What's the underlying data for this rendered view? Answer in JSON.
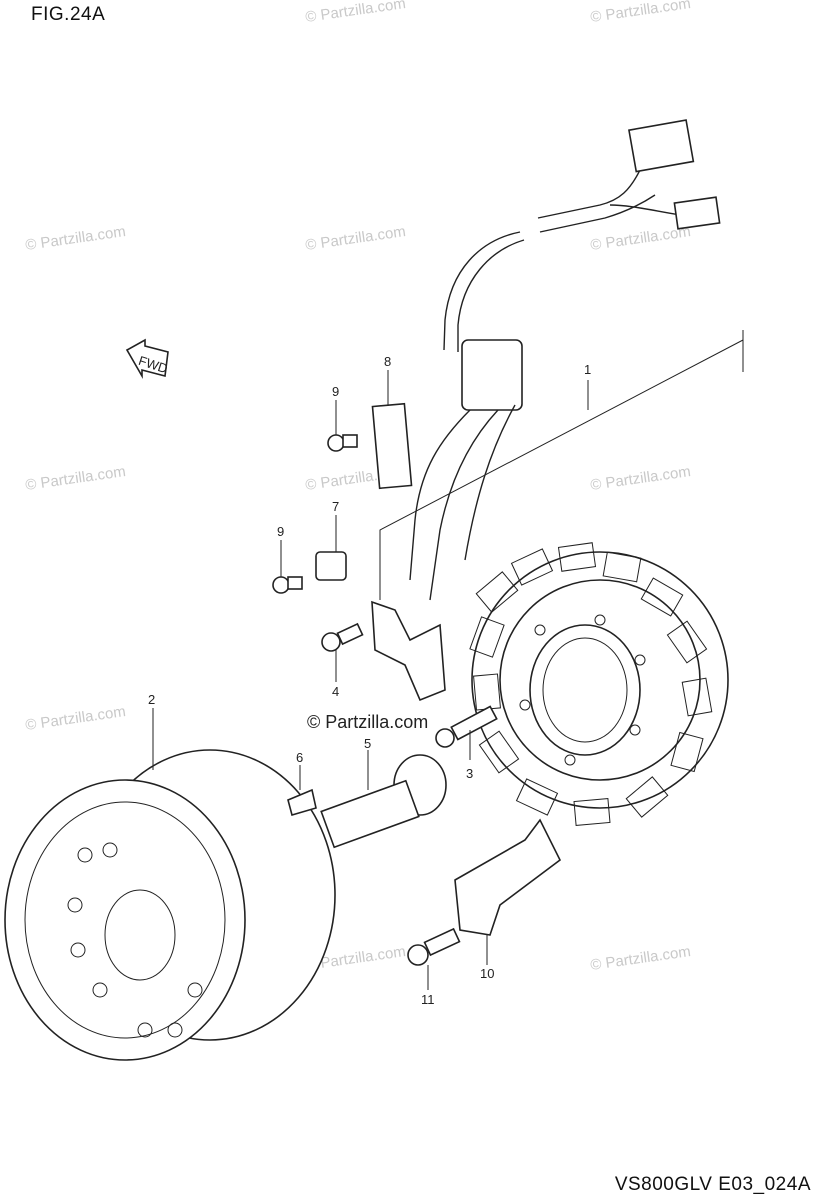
{
  "figure_title": "FIG.24A",
  "drawing_code": "VS800GLV E03_024A",
  "watermark_text": "© Partzilla.com",
  "front_arrow_label": "FWD",
  "callouts": [
    "1",
    "2",
    "3",
    "4",
    "5",
    "6",
    "7",
    "8",
    "9",
    "9",
    "10",
    "11"
  ]
}
